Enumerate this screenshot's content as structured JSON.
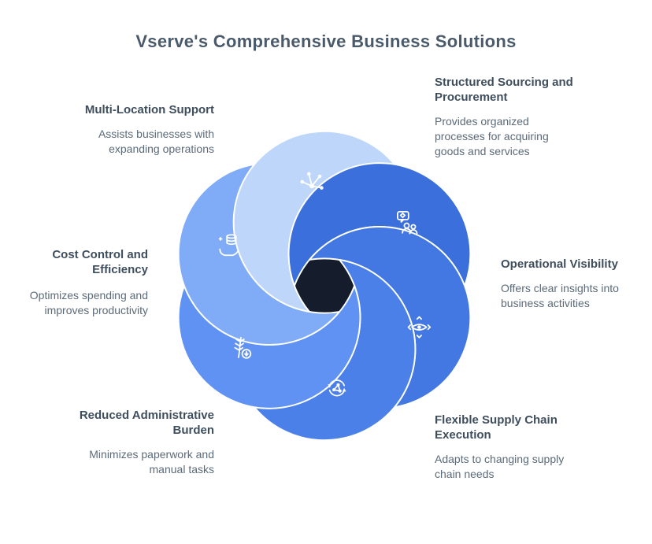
{
  "title": "Vserve's Comprehensive Business Solutions",
  "colors": {
    "background": "#ffffff",
    "center_hole": "#151c2c",
    "petals": [
      "#bdd6f9",
      "#3b6fdb",
      "#4377e1",
      "#4c80e9",
      "#5f92f2",
      "#7fabf7"
    ],
    "heading_text": "#3f4e5d",
    "body_text": "#5b6a79",
    "icon_stroke": "#ffffff"
  },
  "items": [
    {
      "heading": "Multi-Location Support",
      "description": "Assists businesses with expanding operations",
      "icon": "network-icon"
    },
    {
      "heading": "Structured Sourcing and Procurement",
      "description": "Provides organized processes for acquiring goods and services",
      "icon": "people-chat-icon"
    },
    {
      "heading": "Operational Visibility",
      "description": "Offers clear insights into business activities",
      "icon": "eye-visibility-icon"
    },
    {
      "heading": "Flexible Supply Chain Execution",
      "description": "Adapts to changing supply chain needs",
      "icon": "cycle-network-icon"
    },
    {
      "heading": "Reduced Administrative Burden",
      "description": "Minimizes paperwork and manual tasks",
      "icon": "wheat-download-icon"
    },
    {
      "heading": "Cost Control and Efficiency",
      "description": "Optimizes spending and improves productivity",
      "icon": "database-hand-icon"
    }
  ]
}
